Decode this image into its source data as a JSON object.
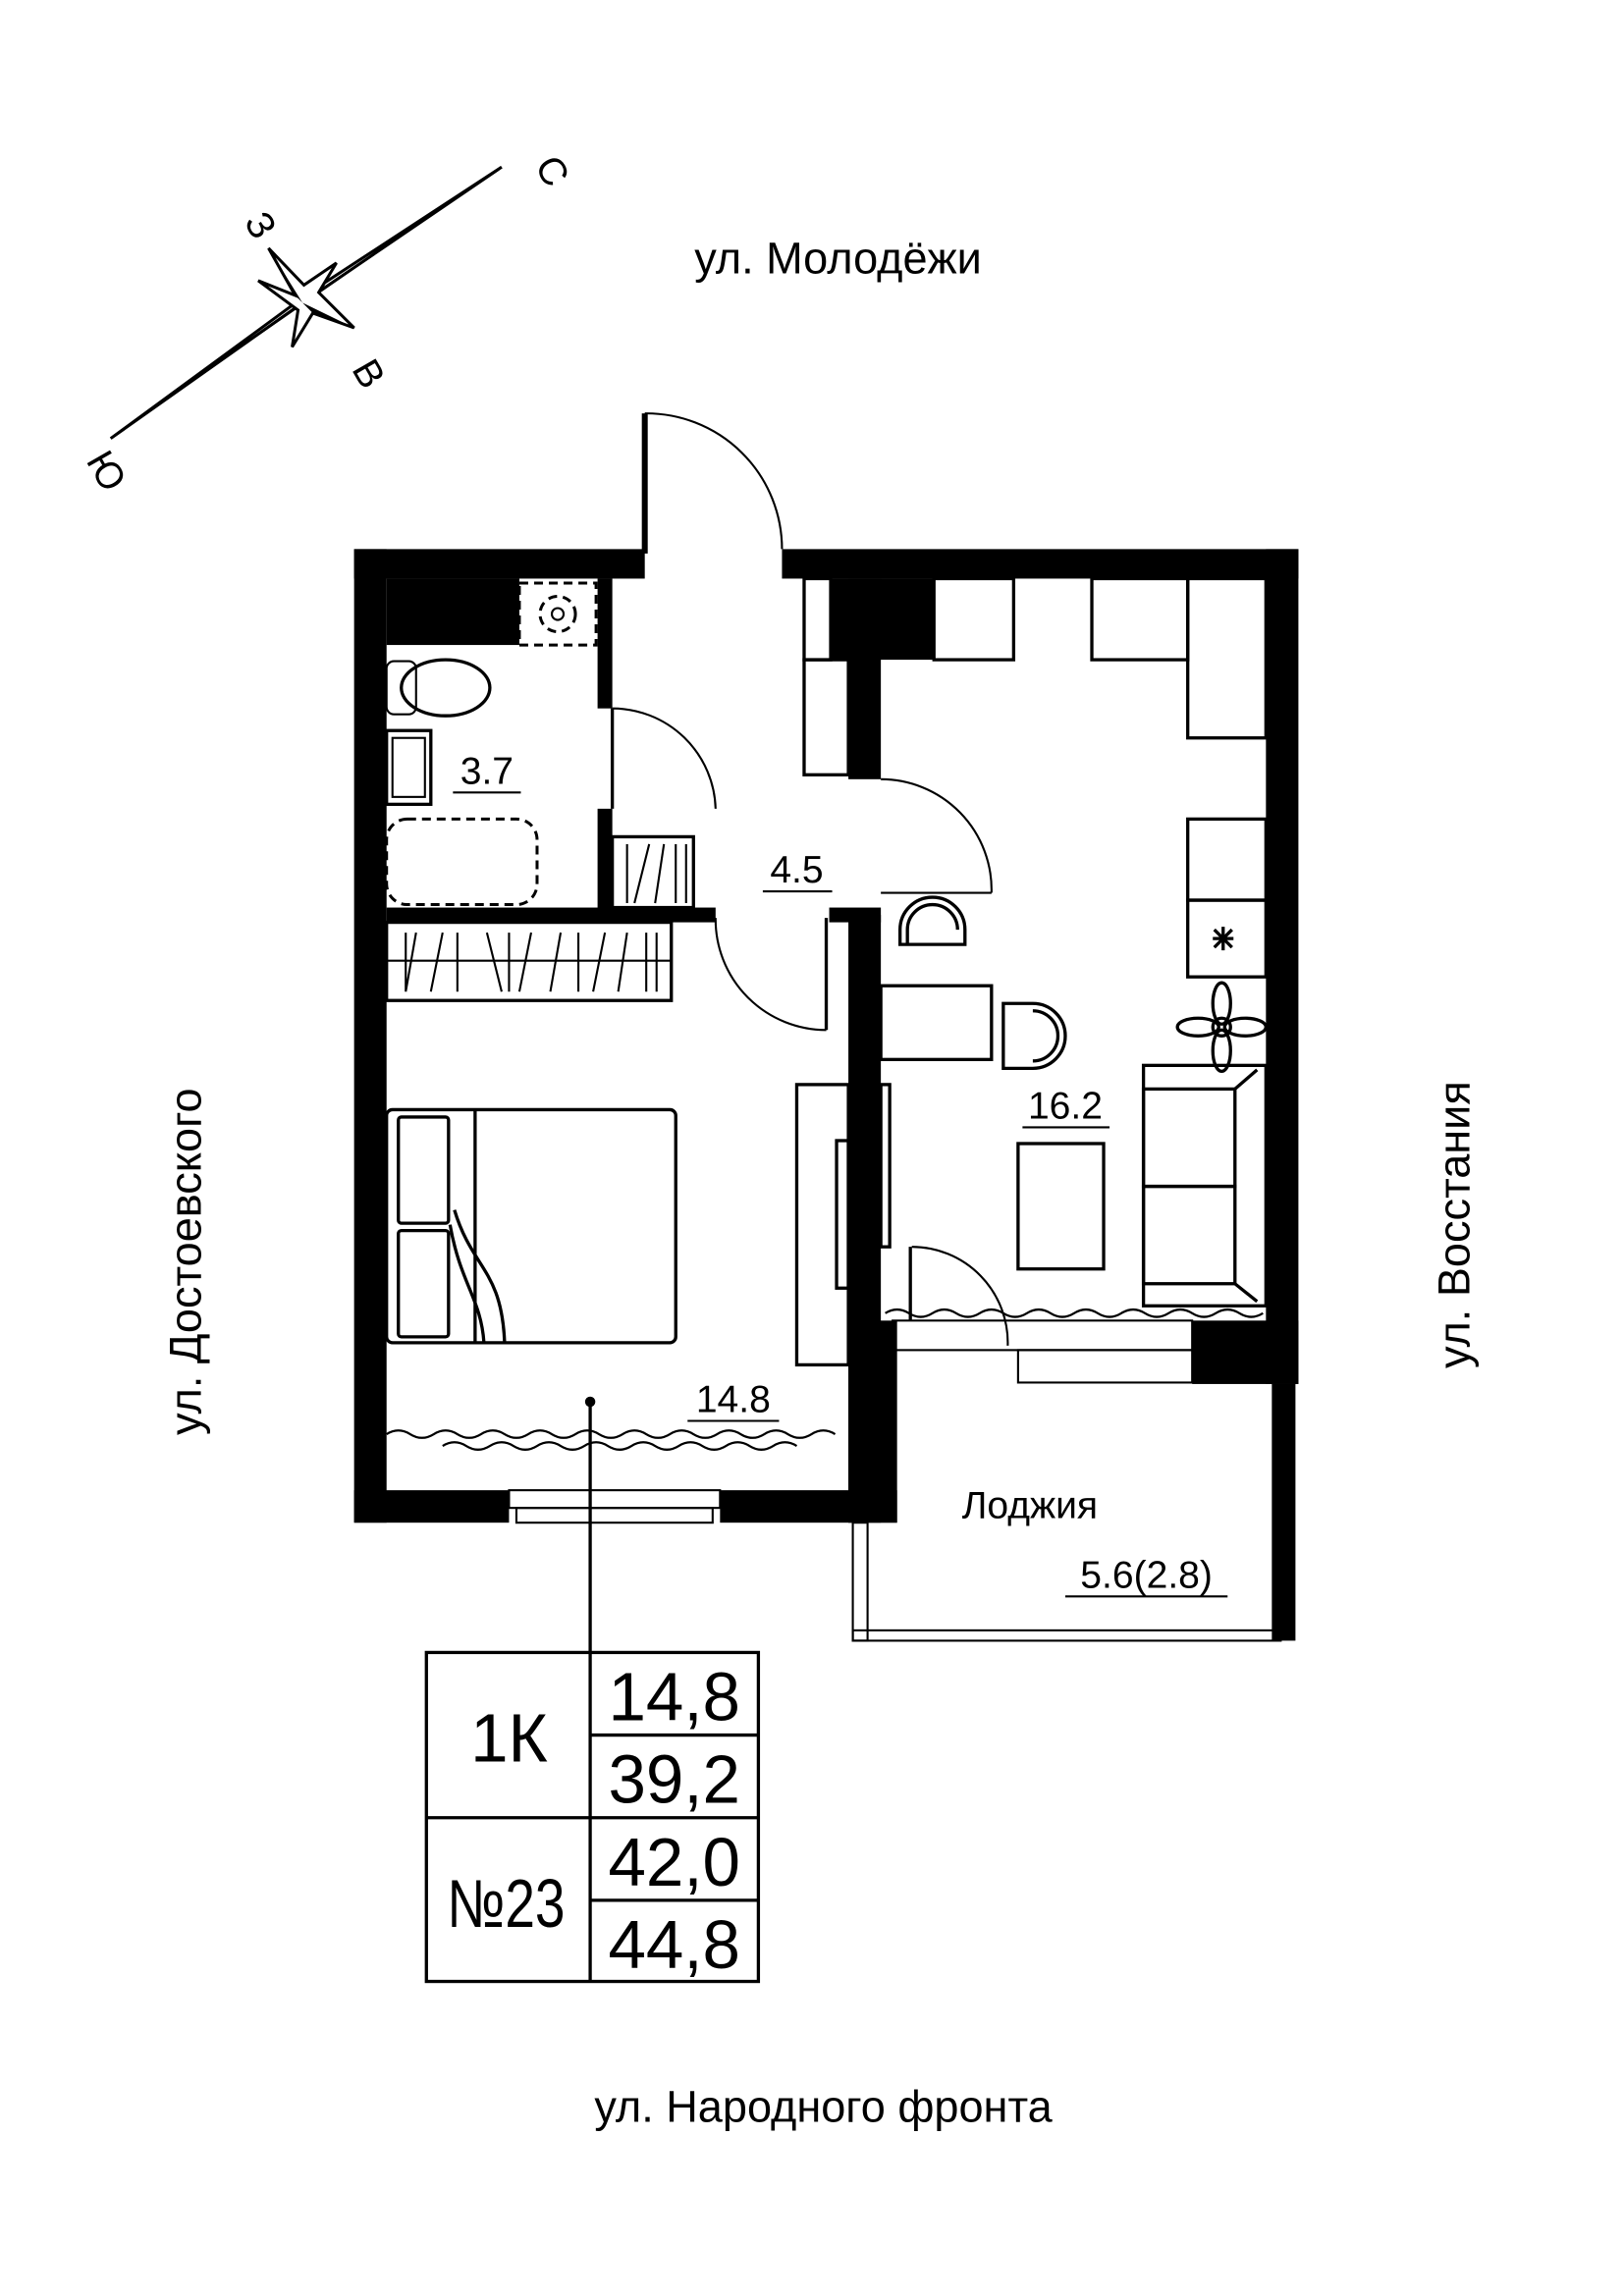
{
  "streets": {
    "north": "ул. Молодёжи",
    "south": "ул. Народного фронта",
    "west": "ул. Достоевского",
    "east": "ул. Восстания"
  },
  "compass": {
    "north": "С",
    "south": "Ю",
    "west": "З",
    "east": "В"
  },
  "rooms": {
    "bathroom_area": "3.7",
    "hallway_area": "4.5",
    "living_kitchen_area": "16.2",
    "bedroom_area": "14.8",
    "loggia_label": "Лоджия",
    "loggia_area": "5.6(2.8)"
  },
  "summary_table": {
    "type": "1К",
    "number": "№23",
    "living_area": "14,8",
    "area_without_loggia": "39,2",
    "area_reduced": "42,0",
    "area_total": "44,8"
  }
}
